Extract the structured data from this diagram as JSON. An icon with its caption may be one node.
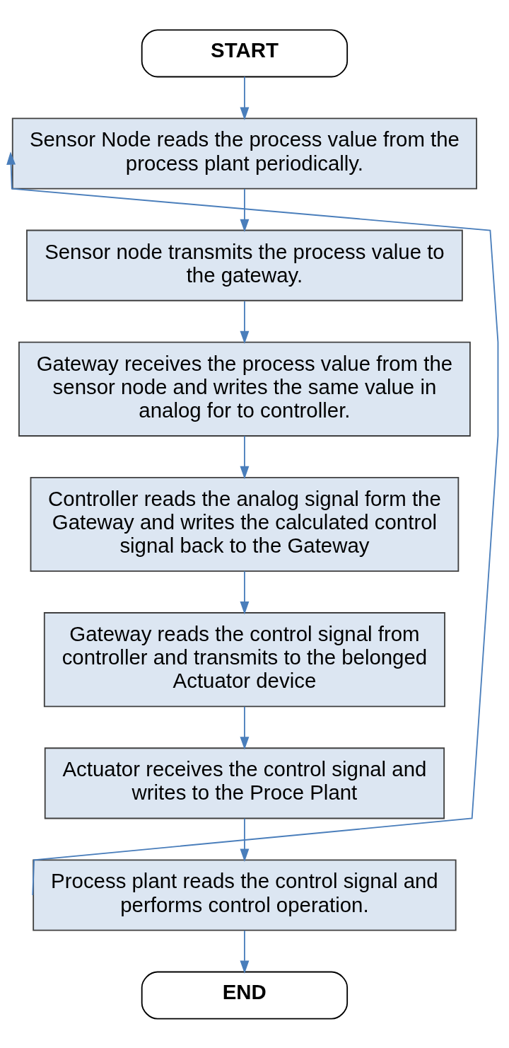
{
  "diagram": {
    "nodes": [
      {
        "text": [
          "START"
        ]
      },
      {
        "text": [
          "Sensor Node reads the process value from the process plant periodically."
        ]
      },
      {
        "text": [
          "Sensor node transmits the process value to the gateway."
        ]
      },
      {
        "text": [
          "Gateway receives the process value from the sensor node and writes the same value in analog for to controller."
        ]
      },
      {
        "text": [
          "Controller reads the analog signal form the Gateway and writes the calculated control signal back to the Gateway"
        ]
      },
      {
        "text": [
          "Gateway reads the control signal from controller and transmits to the belonged Actuator device"
        ]
      },
      {
        "text": [
          "Actuator receives the control signal and writes to the Proce Plant"
        ]
      },
      {
        "text": [
          "Process plant reads the control signal and performs control operation."
        ]
      },
      {
        "text": [
          "END"
        ]
      }
    ],
    "edges": [
      {
        "from": 0,
        "to": 1,
        "arrow": "to"
      },
      {
        "from": 1,
        "to": 2,
        "arrow": "to"
      },
      {
        "from": 2,
        "to": 3,
        "arrow": "to"
      },
      {
        "from": 3,
        "to": 4,
        "arrow": "to"
      },
      {
        "from": 4,
        "to": 5,
        "arrow": "to"
      },
      {
        "from": 5,
        "to": 6,
        "arrow": "to"
      },
      {
        "from": 6,
        "to": 7,
        "arrow": "to"
      },
      {
        "from": 7,
        "to": 8,
        "arrow": "to"
      },
      {
        "from": 7,
        "to": 1,
        "arrow": "to"
      }
    ]
  }
}
